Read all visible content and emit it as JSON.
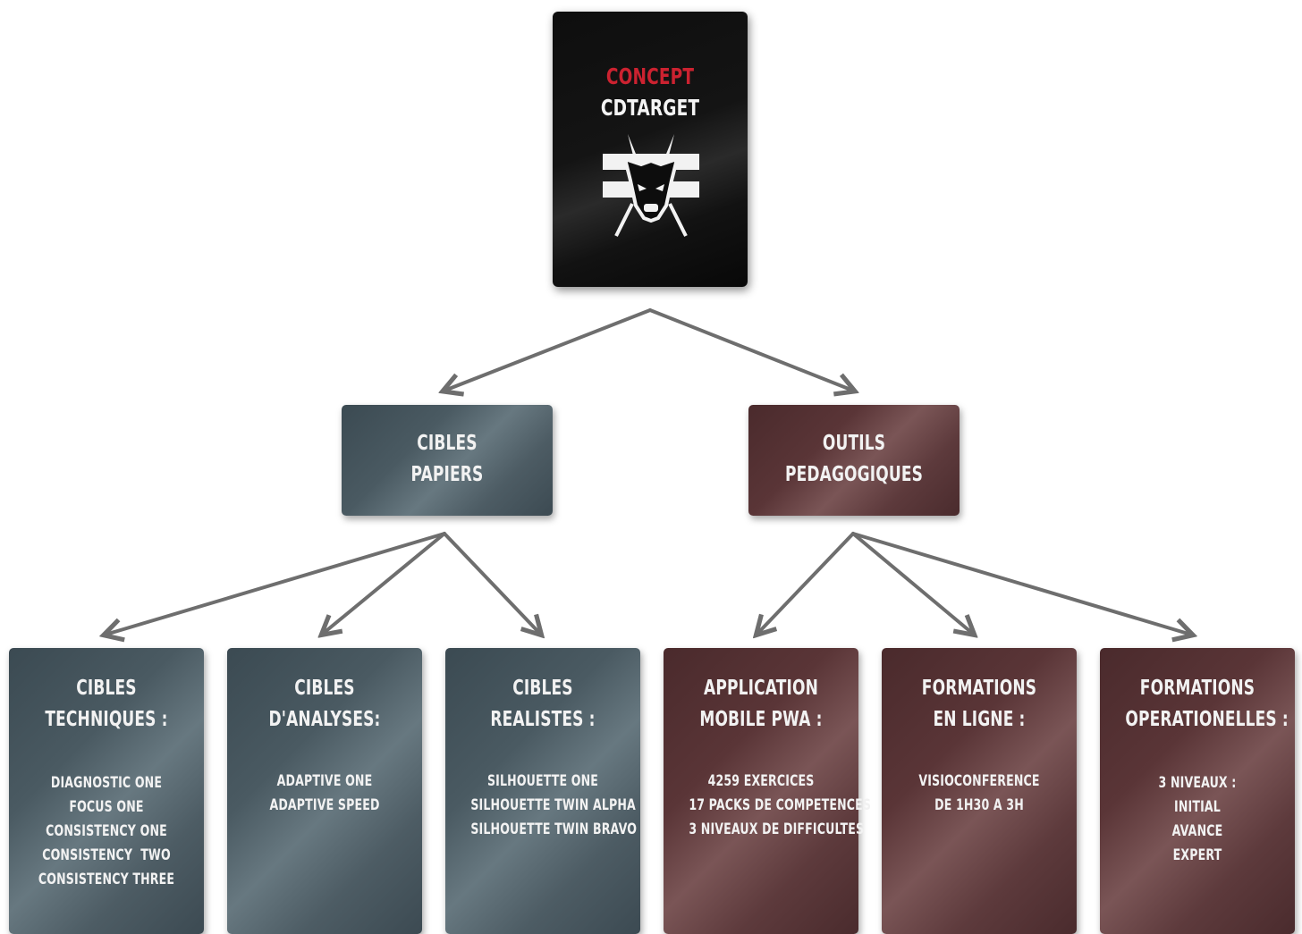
{
  "root": {
    "accent_label": "CONCEPT",
    "brand_label": "CDTARGET",
    "logo_icon": "bull-target-logo-icon"
  },
  "categories": [
    {
      "title_line1": "CIBLES",
      "title_line2": "PAPIERS",
      "color": "#4a5a62"
    },
    {
      "title_line1": "OUTILS",
      "title_line2": "PEDAGOGIQUES",
      "color": "#5a3537"
    }
  ],
  "leaves": [
    {
      "title_line1": "CIBLES",
      "title_line2": "TECHNIQUES :",
      "items": [
        "DIAGNOSTIC ONE",
        "FOCUS ONE",
        "CONSISTENCY ONE",
        "CONSISTENCY  TWO",
        "CONSISTENCY THREE"
      ]
    },
    {
      "title_line1": "CIBLES",
      "title_line2": "D'ANALYSES:",
      "items": [
        "ADAPTIVE ONE",
        "ADAPTIVE SPEED"
      ]
    },
    {
      "title_line1": "CIBLES",
      "title_line2": "REALISTES :",
      "items": [
        "SILHOUETTE ONE",
        "SILHOUETTE TWIN ALPHA",
        "SILHOUETTE TWIN BRAVO"
      ]
    },
    {
      "title_line1": "APPLICATION",
      "title_line2": "MOBILE PWA :",
      "items": [
        "4259 EXERCICES",
        "17 PACKS DE COMPETENCES",
        "3 NIVEAUX DE DIFFICULTES"
      ]
    },
    {
      "title_line1": "FORMATIONS",
      "title_line2": "EN LIGNE :",
      "items": [
        "VISIOCONFERENCE",
        "DE 1H30 A 3H"
      ]
    },
    {
      "title_line1": "FORMATIONS",
      "title_line2": "OPERATIONELLES :",
      "items": [
        "3 NIVEAUX :",
        "INITIAL",
        "AVANCE",
        "EXPERT"
      ]
    }
  ],
  "colors": {
    "accent_red": "#cc2230",
    "connector_gray": "#6e6e6e",
    "slate": "#4a5a62",
    "wine": "#5a3537"
  }
}
